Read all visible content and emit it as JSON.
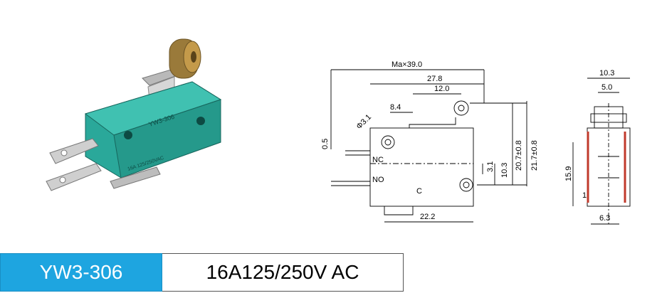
{
  "product": {
    "model": "YW3-306",
    "rating": "16A125/250V AC",
    "housing_text": "YW3-306",
    "rating_print": "16A 125/250VAC"
  },
  "dimensions": {
    "overall_length": "Ma×39.0",
    "body_length": "27.8",
    "actuator_pos": "12.0",
    "terminal_offset": "8.4",
    "hole_dia": "Φ3.1",
    "pin_offset": "0.5",
    "pin_spacing": "3.1",
    "hole_height": "10.3",
    "height_a": "20.7±0.8",
    "height_b": "21.7±0.8",
    "base_length": "22.2",
    "label_nc": "NC",
    "label_no": "NO",
    "label_c": "C",
    "side_width": "10.3",
    "side_inner": "5.0",
    "side_height": "15.9",
    "side_small": "1",
    "side_bottom": "6.3"
  },
  "colors": {
    "accent": "#1ea5e0",
    "body": "#2aa89a"
  }
}
